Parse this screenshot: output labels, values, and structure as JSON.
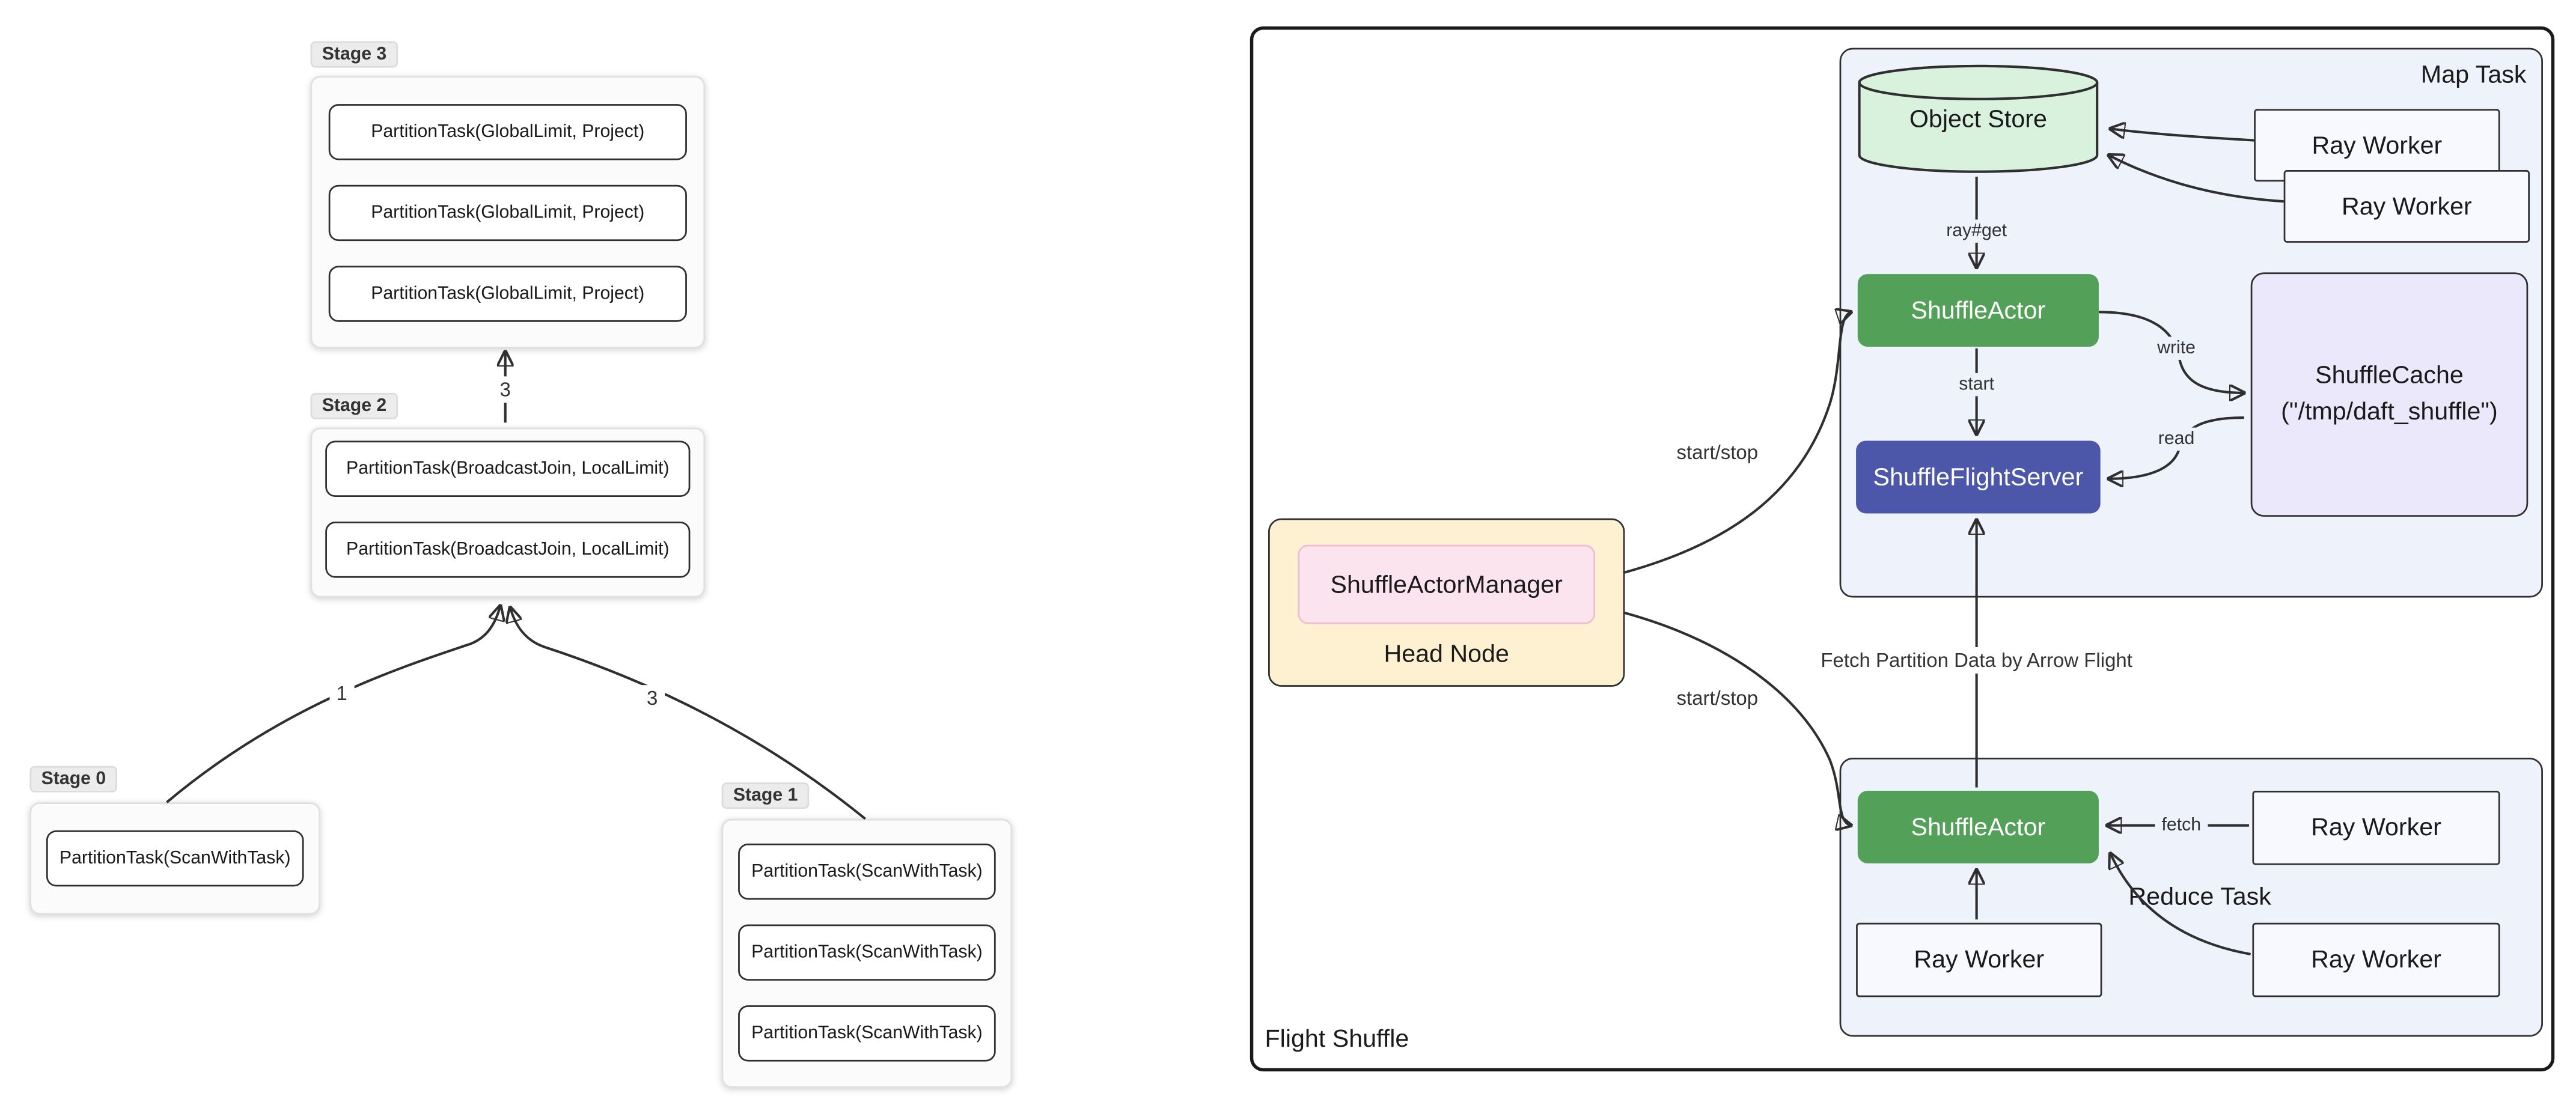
{
  "colors": {
    "green": "#53a158",
    "indigo": "#4d57a9",
    "cache_bg": "#ece8fb",
    "head_bg": "#fdf1d2",
    "manager_bg": "#fce4ef",
    "cylinder_bg": "#d9f2dd",
    "subgraph_bg": "#eef2fb",
    "arrow": "#2f2f2f"
  },
  "left": {
    "stage3": {
      "label": "Stage 3",
      "tasks": [
        "PartitionTask(GlobalLimit, Project)",
        "PartitionTask(GlobalLimit, Project)",
        "PartitionTask(GlobalLimit, Project)"
      ]
    },
    "stage2": {
      "label": "Stage 2",
      "tasks": [
        "PartitionTask(BroadcastJoin, LocalLimit)",
        "PartitionTask(BroadcastJoin, LocalLimit)"
      ]
    },
    "stage0": {
      "label": "Stage 0",
      "tasks": [
        "PartitionTask(ScanWithTask)"
      ]
    },
    "stage1": {
      "label": "Stage 1",
      "tasks": [
        "PartitionTask(ScanWithTask)",
        "PartitionTask(ScanWithTask)",
        "PartitionTask(ScanWithTask)"
      ]
    },
    "edges": {
      "s2_to_s3": "3",
      "s0_to_s2": "1",
      "s1_to_s2": "3"
    }
  },
  "right": {
    "title": "Flight Shuffle",
    "map_task": {
      "label": "Map Task",
      "object_store": "Object Store",
      "ray_workers": [
        "Ray Worker",
        "Ray Worker"
      ],
      "shuffle_actor": "ShuffleActor",
      "shuffle_flight_server": "ShuffleFlightServer",
      "edges": {
        "ray_get": "ray#get",
        "start": "start",
        "write": "write",
        "read": "read"
      }
    },
    "shuffle_cache": {
      "line1": "ShuffleCache",
      "line2": "(\"/tmp/daft_shuffle\")"
    },
    "head_node": {
      "label": "Head Node",
      "manager": "ShuffleActorManager"
    },
    "edges": {
      "start_stop_top": "start/stop",
      "start_stop_bottom": "start/stop",
      "fetch_flight": "Fetch Partition Data by Arrow Flight",
      "fetch": "fetch"
    },
    "reduce_task": {
      "label": "Reduce Task",
      "shuffle_actor": "ShuffleActor",
      "ray_workers": [
        "Ray Worker",
        "Ray Worker",
        "Ray Worker"
      ]
    }
  }
}
